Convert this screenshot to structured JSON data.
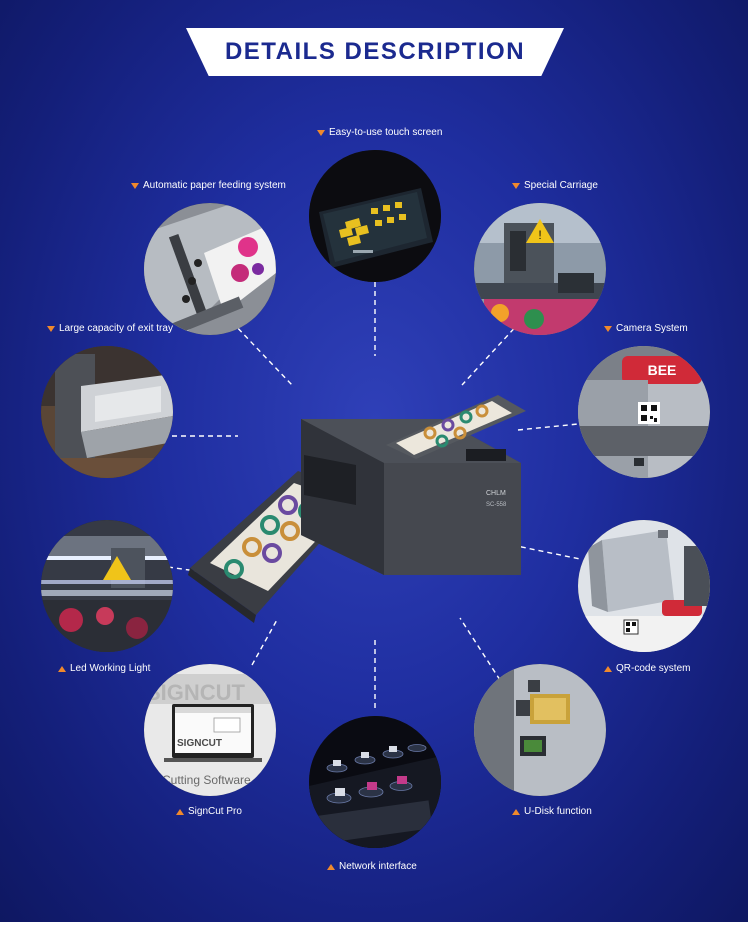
{
  "title": "DETAILS DESCRIPTION",
  "colors": {
    "background": "#1f2ea0",
    "accent": "#f0892c",
    "banner_text": "#1b2a8f"
  },
  "features": [
    {
      "id": "touch-screen",
      "label": "Easy-to-use touch screen"
    },
    {
      "id": "paper-feeding",
      "label": "Automatic paper feeding system"
    },
    {
      "id": "special-carriage",
      "label": "Special Carriage"
    },
    {
      "id": "exit-tray",
      "label": "Large capacity of exit tray"
    },
    {
      "id": "camera-system",
      "label": "Camera System"
    },
    {
      "id": "led-light",
      "label": "Led Working Light"
    },
    {
      "id": "qr-code",
      "label": "QR-code system"
    },
    {
      "id": "signcut-pro",
      "label": "SignCut Pro"
    },
    {
      "id": "u-disk",
      "label": "U-Disk function"
    },
    {
      "id": "network",
      "label": "Network interface"
    }
  ],
  "machine": {
    "brand": "CHLM",
    "model": "SC-558"
  },
  "signcut": {
    "logo_text": "SIGNCUT",
    "caption": "Cutting Software"
  },
  "camera_photo": {
    "sticker_text": "BEE"
  }
}
